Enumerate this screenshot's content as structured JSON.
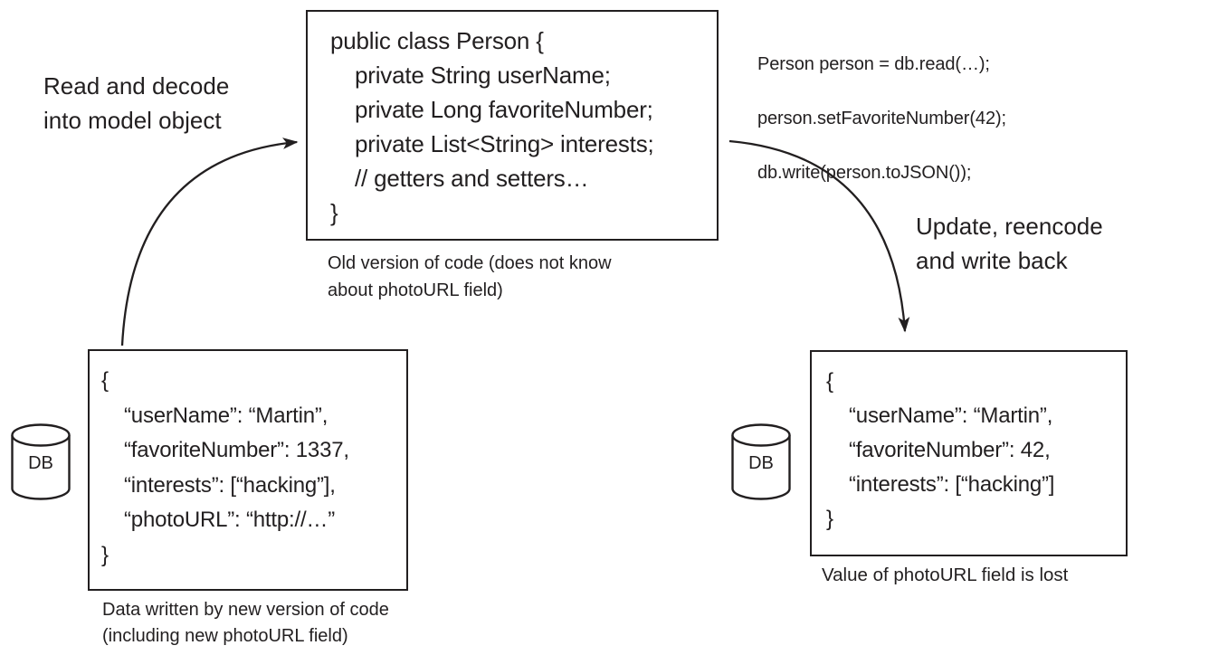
{
  "diagram": {
    "colors": {
      "ink": "#221f20",
      "background": "#ffffff"
    },
    "class_box": {
      "lines": [
        "public class Person {",
        "private String userName;",
        "private Long favoriteNumber;",
        "private List<String> interests;",
        "// getters and setters…",
        "}"
      ],
      "caption": "Old version of code (does not know\nabout photoURL field)"
    },
    "update_code": {
      "lines": [
        "Person person = db.read(…);",
        "person.setFavoriteNumber(42);",
        "db.write(person.toJSON());"
      ]
    },
    "read_label": "Read and decode\ninto model object",
    "write_label": "Update, reencode\nand write back",
    "old_json_box": {
      "lines": [
        "{",
        "“userName”: “Martin”,",
        "“favoriteNumber”: 1337,",
        "“interests”: [“hacking”],",
        "“photoURL”: “http://…”",
        "}"
      ],
      "caption": "Data written by new version of code\n(including new photoURL field)"
    },
    "new_json_box": {
      "lines": [
        "{",
        "“userName”: “Martin”,",
        "“favoriteNumber”: 42,",
        "“interests”: [“hacking”]",
        "}"
      ],
      "caption": "Value of photoURL field is lost"
    },
    "db_left_label": "DB",
    "db_right_label": "DB"
  }
}
